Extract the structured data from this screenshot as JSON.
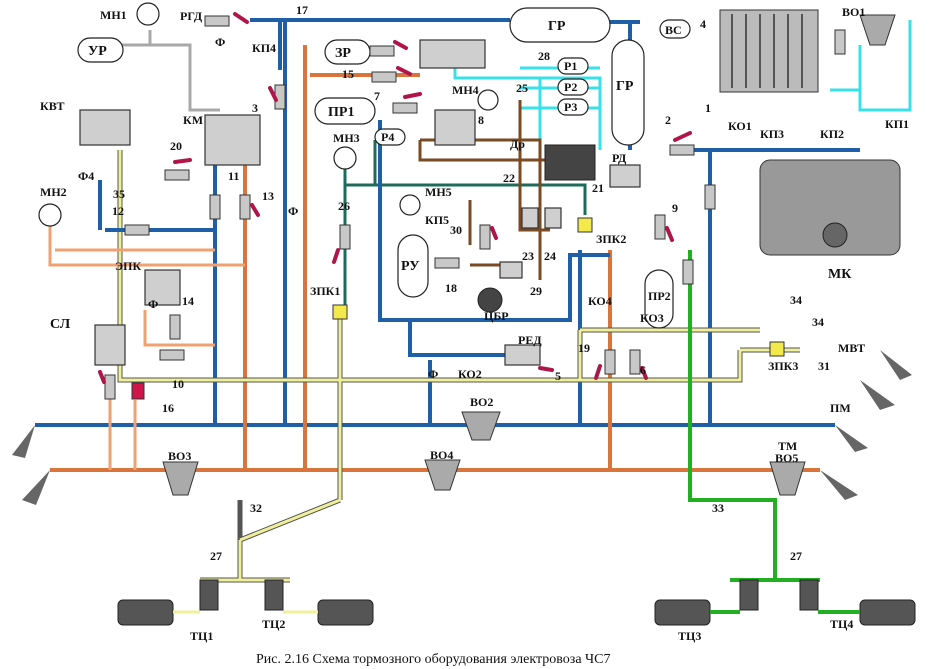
{
  "labels": [
    "МН1",
    "РГД",
    "Ф",
    "17",
    "ГР",
    "ВС",
    "4",
    "ВО1",
    "УР",
    "КП4",
    "ЗР",
    "15",
    "28",
    "Р1",
    "Р2",
    "Р3",
    "ГР",
    "1",
    "КВТ",
    "КМ",
    "3",
    "ПР1",
    "7",
    "МН4",
    "8",
    "25",
    "Р4",
    "Др",
    "2",
    "КО1",
    "КП3",
    "КП2",
    "КП1",
    "МН3",
    "22",
    "21",
    "20",
    "Ф4",
    "11",
    "13",
    "Ф",
    "МН2",
    "35",
    "12",
    "26",
    "МН5",
    "КП5",
    "30",
    "РУ",
    "18",
    "23",
    "24",
    "ЗПК2",
    "РД",
    "9",
    "29",
    "ЦБР",
    "ЭПК",
    "Ф",
    "14",
    "ЗПК1",
    "КО4",
    "ПР2",
    "МК",
    "СЛ",
    "КО3",
    "34",
    "34",
    "Ф",
    "КО2",
    "РЕД",
    "19",
    "6",
    "5",
    "ЗПК3",
    "МВТ",
    "10",
    "16",
    "31",
    "ВО2",
    "ПМ",
    "ВО3",
    "ВО4",
    "ТМ",
    "ВО5",
    "32",
    "33",
    "27",
    "27",
    "ТЦ1",
    "ТЦ2",
    "ТЦ3",
    "ТЦ4"
  ],
  "caption": "Рис. 2.16   Схема тормозного оборудования электровоза ЧС7",
  "colors": {
    "supply_line": "#1e5fa8",
    "brake_line": "#d9743d",
    "brake_cylinder_line": "#f0f09a",
    "control_line": "#38e0ea",
    "green_line": "#22b022",
    "valve_handle": "#b0154a"
  }
}
